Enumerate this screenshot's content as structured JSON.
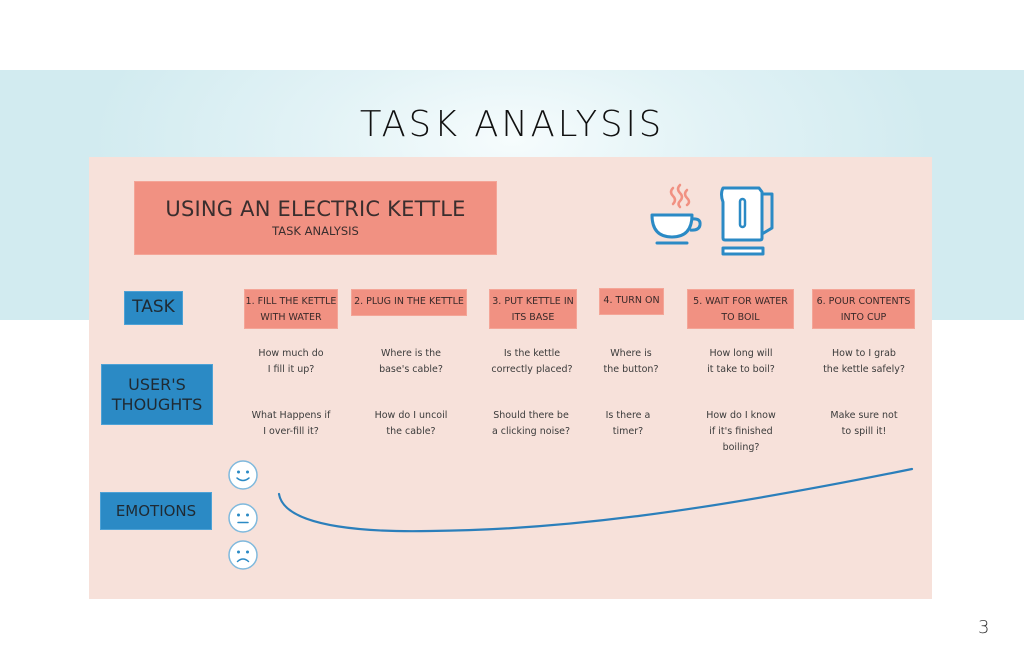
{
  "slide": {
    "title": "TASK ANALYSIS",
    "page_number": "3"
  },
  "header": {
    "title": "USING AN ELECTRIC KETTLE",
    "subtitle": "TASK ANALYSIS",
    "icons": [
      "coffee-cup-icon",
      "electric-kettle-icon"
    ]
  },
  "row_labels": {
    "task": "TASK",
    "thoughts_line1": "USER'S",
    "thoughts_line2": "THOUGHTS",
    "emotions": "EMOTIONS"
  },
  "steps": [
    {
      "line1": "1. FILL THE KETTLE",
      "line2": "WITH WATER",
      "thought1_l1": "How much do",
      "thought1_l2": "I fill it up?",
      "thought2_l1": "What Happens if",
      "thought2_l2": "I over-fill it?",
      "thought2_l3": ""
    },
    {
      "line1": "2. PLUG IN THE KETTLE",
      "line2": "",
      "thought1_l1": "Where is the",
      "thought1_l2": "base's cable?",
      "thought2_l1": "How do I uncoil",
      "thought2_l2": "the cable?",
      "thought2_l3": ""
    },
    {
      "line1": "3. PUT KETTLE IN",
      "line2": "ITS BASE",
      "thought1_l1": "Is the kettle",
      "thought1_l2": "correctly placed?",
      "thought2_l1": "Should there be",
      "thought2_l2": "a clicking noise?",
      "thought2_l3": ""
    },
    {
      "line1": "4. TURN ON",
      "line2": "",
      "thought1_l1": "Where is",
      "thought1_l2": "the button?",
      "thought2_l1": "Is there a",
      "thought2_l2": "timer?",
      "thought2_l3": ""
    },
    {
      "line1": "5. WAIT FOR WATER",
      "line2": "TO BOIL",
      "thought1_l1": "How long will",
      "thought1_l2": "it take to boil?",
      "thought2_l1": "How do I know",
      "thought2_l2": "if it's finished",
      "thought2_l3": "boiling?"
    },
    {
      "line1": "6. POUR CONTENTS",
      "line2": "INTO CUP",
      "thought1_l1": "How to I grab",
      "thought1_l2": "the kettle safely?",
      "thought2_l1": "Make sure not",
      "thought2_l2": "to spill it!",
      "thought2_l3": ""
    }
  ],
  "emotions": {
    "scale": [
      "happy",
      "neutral",
      "sad"
    ],
    "curve_description": "starts neutral, dips slightly below neutral, rises steadily to happy by the final step"
  },
  "colors": {
    "accent_blue": "#2b8ac5",
    "step_salmon": "#f19182",
    "panel_pink": "#f7e1da",
    "steam": "#f19182"
  }
}
